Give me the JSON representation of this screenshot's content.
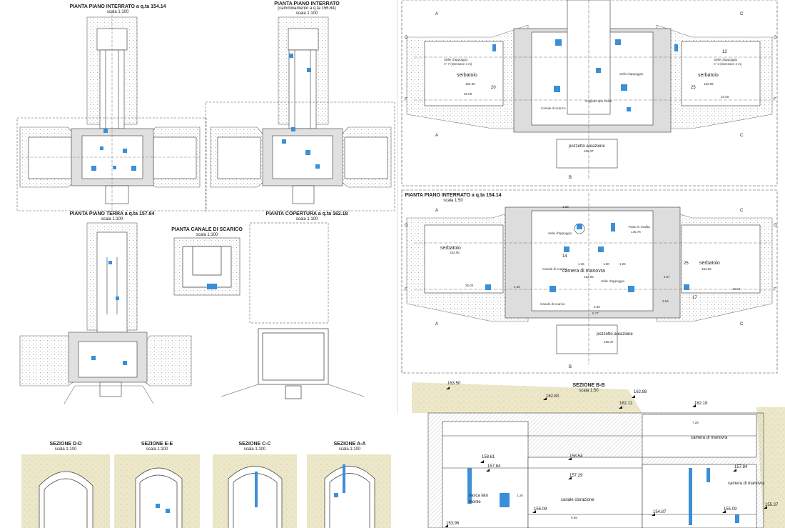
{
  "sheet": {
    "accent_blue": "#3a8fd6",
    "soil_color": "#ece7c8",
    "hatch_color": "#d9d9d9"
  },
  "plans": {
    "p1": {
      "title": "PIANTA PIANO INTERRATO a q.ta 154.14",
      "scale": "scala 1:100"
    },
    "p2": {
      "title": "PIANTA PIANO INTERRATO",
      "title2": "(camminamento a q.ta 156.64)",
      "scale": "scala 1:100"
    },
    "p3": {
      "title": "PIANTA PIANO TERRA a q.ta 157.84",
      "scale": "scala 1:100"
    },
    "p4": {
      "title": "PIANTA CANALE DI SCARICO",
      "scale": "scala 1:100"
    },
    "p5": {
      "title": "PIANTA COPERTURA a q.ta 162.18",
      "scale": "scala 1:100"
    },
    "p6": {
      "title": "PIANTA PIANO INTERRATO  a q.ta 154.14",
      "scale": "scala 1:50"
    }
  },
  "sections": {
    "dd": {
      "title": "SEZIONE D-D",
      "scale": "scala 1:100"
    },
    "ee": {
      "title": "SEZIONE E-E",
      "scale": "scala 1:100"
    },
    "cc": {
      "title": "SEZIONE C-C",
      "scale": "scala 1:100"
    },
    "aa": {
      "title": "SEZIONE A-A",
      "scale": "scala 1:100"
    },
    "bb": {
      "title": "SEZIONE B-B",
      "scale": "scala 1:50"
    }
  },
  "top_detail": {
    "serb_left": "serbatoio",
    "serb_right": "serbatoio",
    "selle_left": "Selle d'appoggio",
    "selle_left2": "n° 7 (interasse 4 m)",
    "selle_right": "Selle d'appoggio",
    "selle_right2": "n° 3 (interasse 4 m)",
    "canale": "Canale di scarico",
    "grigliato": "Grigliato tipo Keller",
    "selle_mid": "Selle d'appoggio",
    "pozzetto": "pozzetto areazione",
    "pozz_elev": "155.37",
    "elev_l": "152.95",
    "elev_r": "152.95",
    "dim_l": "25.00",
    "dim_r": "10.00",
    "num_20": "20",
    "num_25": "25",
    "num_12": "12"
  },
  "mid_detail": {
    "serb_left": "serbatoio",
    "serb_right": "serbatoio",
    "camera": "camera di manovra",
    "camera_elev": "152.95",
    "selle_a": "Selle d'appoggio",
    "selle_b": "Selle d'appoggio",
    "canale_a": "Canale di scarico",
    "canale_b": "Canale di scarico",
    "tratto": "Tratto in risalita",
    "tratto_elev": "145.76",
    "pozzetto": "pozzetto areazione",
    "pozz_elev": "155.37",
    "elev_l": "152.95",
    "elev_r": "152.95",
    "dim_l": "25.00",
    "dim_r": "10.50",
    "d1": "1.59",
    "d2": "1.36",
    "d3": "1.00",
    "d4": "1.25",
    "d5": "4.36",
    "d6": "5.77",
    "d7": "6.30",
    "d8": "3.54",
    "d9": "2.57",
    "num_25": "25",
    "num_14": "14",
    "num_17": "17"
  },
  "section_bb": {
    "e_16350": "163.50",
    "e_16280": "162.80",
    "e_16288": "162.88",
    "e_16212": "162.12",
    "e_16218": "162.18",
    "e_15861": "158.61",
    "e_15784a": "157.84",
    "e_15854": "158.54",
    "e_15729": "157.29",
    "e_15784b": "157.84",
    "e_15509a": "155.09",
    "e_15487": "154.87",
    "e_15509b": "155.09",
    "e_15537": "155.37",
    "e_15396": "153.96",
    "camera_top": "camera di manovra",
    "camera_bot": "camera di manovra",
    "vasca": "vasca lato monte",
    "canale": "canale clorazione",
    "d_725": "7.25",
    "d_555": "5.55",
    "d_128": "1.28"
  },
  "axis_letters": {
    "A": "A",
    "B": "B",
    "C": "C",
    "F": "F",
    "G": "G"
  }
}
